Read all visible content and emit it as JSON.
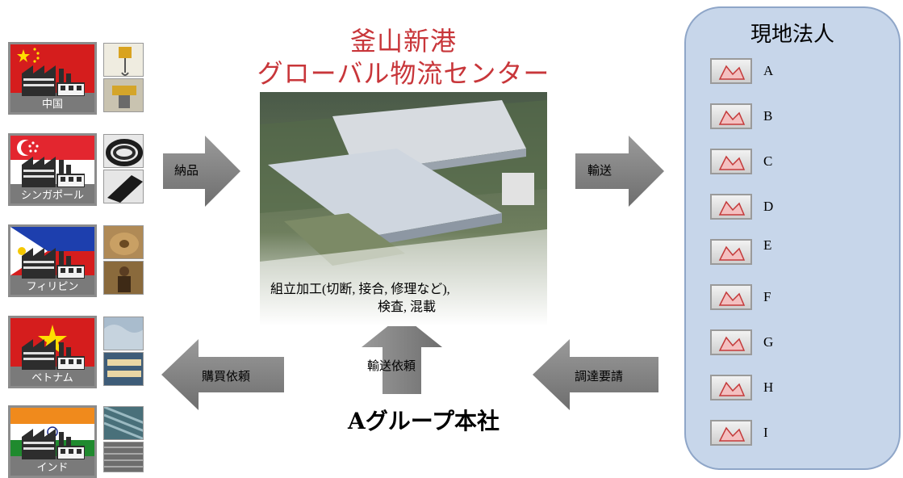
{
  "title": {
    "line1": "釜山新港",
    "line2": "グローバル物流センター"
  },
  "countries": [
    {
      "label": "中国",
      "flag": "china"
    },
    {
      "label": "シンガポール",
      "flag": "singapore"
    },
    {
      "label": "フィリピン",
      "flag": "philippines"
    },
    {
      "label": "ベトナム",
      "flag": "vietnam"
    },
    {
      "label": "インド",
      "flag": "india"
    }
  ],
  "arrows": {
    "delivery": "納品",
    "transport": "輸送",
    "purchase_request": "購買依頼",
    "transport_request": "輸送依頼",
    "procurement_request": "調達要請"
  },
  "center": {
    "caption_line1": "組立加工(切断, 接合, 修理など),",
    "caption_line2": "検査, 混載",
    "hq": "Aグループ本社"
  },
  "subsidiaries": {
    "title": "現地法人",
    "items": [
      "A",
      "B",
      "C",
      "D",
      "E",
      "F",
      "G",
      "H",
      "I"
    ]
  },
  "colors": {
    "title_red": "#c8363a",
    "panel_fill": "#c7d6ea",
    "panel_border": "#8fa6c8",
    "arrow_gray": "#7f7f7f"
  }
}
